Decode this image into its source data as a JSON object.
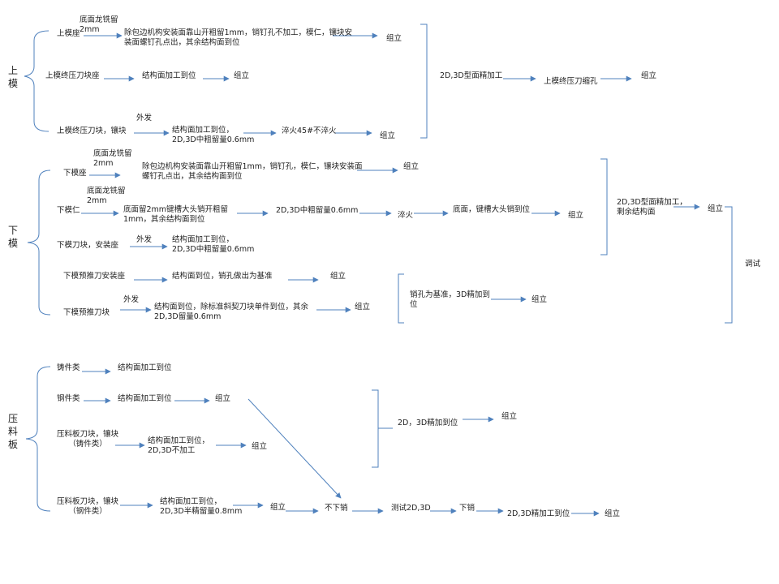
{
  "colors": {
    "line": "#4f81bd",
    "text": "#222222"
  },
  "upper": {
    "title": "上\n模",
    "row1": {
      "note": "底面龙铣留\n2mm",
      "name": "上模座",
      "desc": "除包边机构安装面靠山开粗留1mm，销钉孔不加工，模仁，镶块安装面螺钉孔点出，其余结构面到位",
      "assemble": "组立"
    },
    "row2": {
      "name": "上模终压刀块座",
      "desc": "结构面加工到位",
      "assemble": "组立"
    },
    "row3": {
      "note": "外发",
      "name": "上模终压刀块，镶块",
      "desc": "结构面加工到位，\n2D,3D中粗留量0.6mm",
      "quench": "淬火45#不淬火",
      "assemble": "组立"
    },
    "merge": {
      "finish": "2D,3D型面精加工",
      "shrink": "上模终压刀缩孔",
      "assemble": "组立"
    }
  },
  "lower": {
    "title": "下\n模",
    "row1": {
      "note": "底面龙铣留\n2mm",
      "name": "下模座",
      "desc": "除包边机构安装面靠山开粗留1mm，销钉孔，模仁，镶块安装面螺钉孔点出，其余结构面到位",
      "assemble": "组立"
    },
    "row2": {
      "note": "底面龙铣留\n2mm",
      "name": "下模仁",
      "desc": "底面留2mm键槽大头销开粗留1mm，其余结构面到位",
      "rough": "2D,3D中粗留量0.6mm",
      "quench": "淬火",
      "pins": "底面，键槽大头销到位",
      "assemble": "组立"
    },
    "row3": {
      "note": "外发",
      "name": "下模刀块，安装座",
      "desc": "结构面加工到位，\n2D,3D中粗留量0.6mm"
    },
    "merge": {
      "finish": "2D,3D型面精加工，\n剩余结构面",
      "assemble": "组立"
    },
    "row4": {
      "name": "下模预推刀安装座",
      "desc": "结构面到位，销孔做出为基准",
      "assemble": "组立"
    },
    "row5": {
      "note": "外发",
      "name": "下模预推刀块",
      "desc": "结构面到位，除标准斜契刀块单件到位，其余2D,3D留量0.6mm",
      "assemble": "组立"
    },
    "merge2": {
      "desc": "销孔为基准，3D精加到位",
      "assemble": "组立"
    }
  },
  "debug": "调试",
  "plate": {
    "title": "压\n料\n板",
    "row1": {
      "name": "铸件类",
      "desc": "结构面加工到位"
    },
    "row2": {
      "name": "钢件类",
      "desc": "结构面加工到位",
      "assemble": "组立"
    },
    "row3": {
      "name": "压料板刀块，镶块\n（铸件类）",
      "desc": "结构面加工到位，\n2D,3D不加工",
      "assemble": "组立"
    },
    "row4": {
      "name": "压料板刀块，镶块\n（钢件类）",
      "desc": "结构面加工到位，\n2D,3D半精留量0.8mm",
      "assemble": "组立",
      "nopin": "不下销",
      "test": "测试2D,3D",
      "pin": "下销",
      "finish": "2D,3D精加工到位",
      "assemble2": "组立"
    },
    "merge": {
      "desc": "2D，3D精加到位",
      "assemble": "组立"
    }
  }
}
